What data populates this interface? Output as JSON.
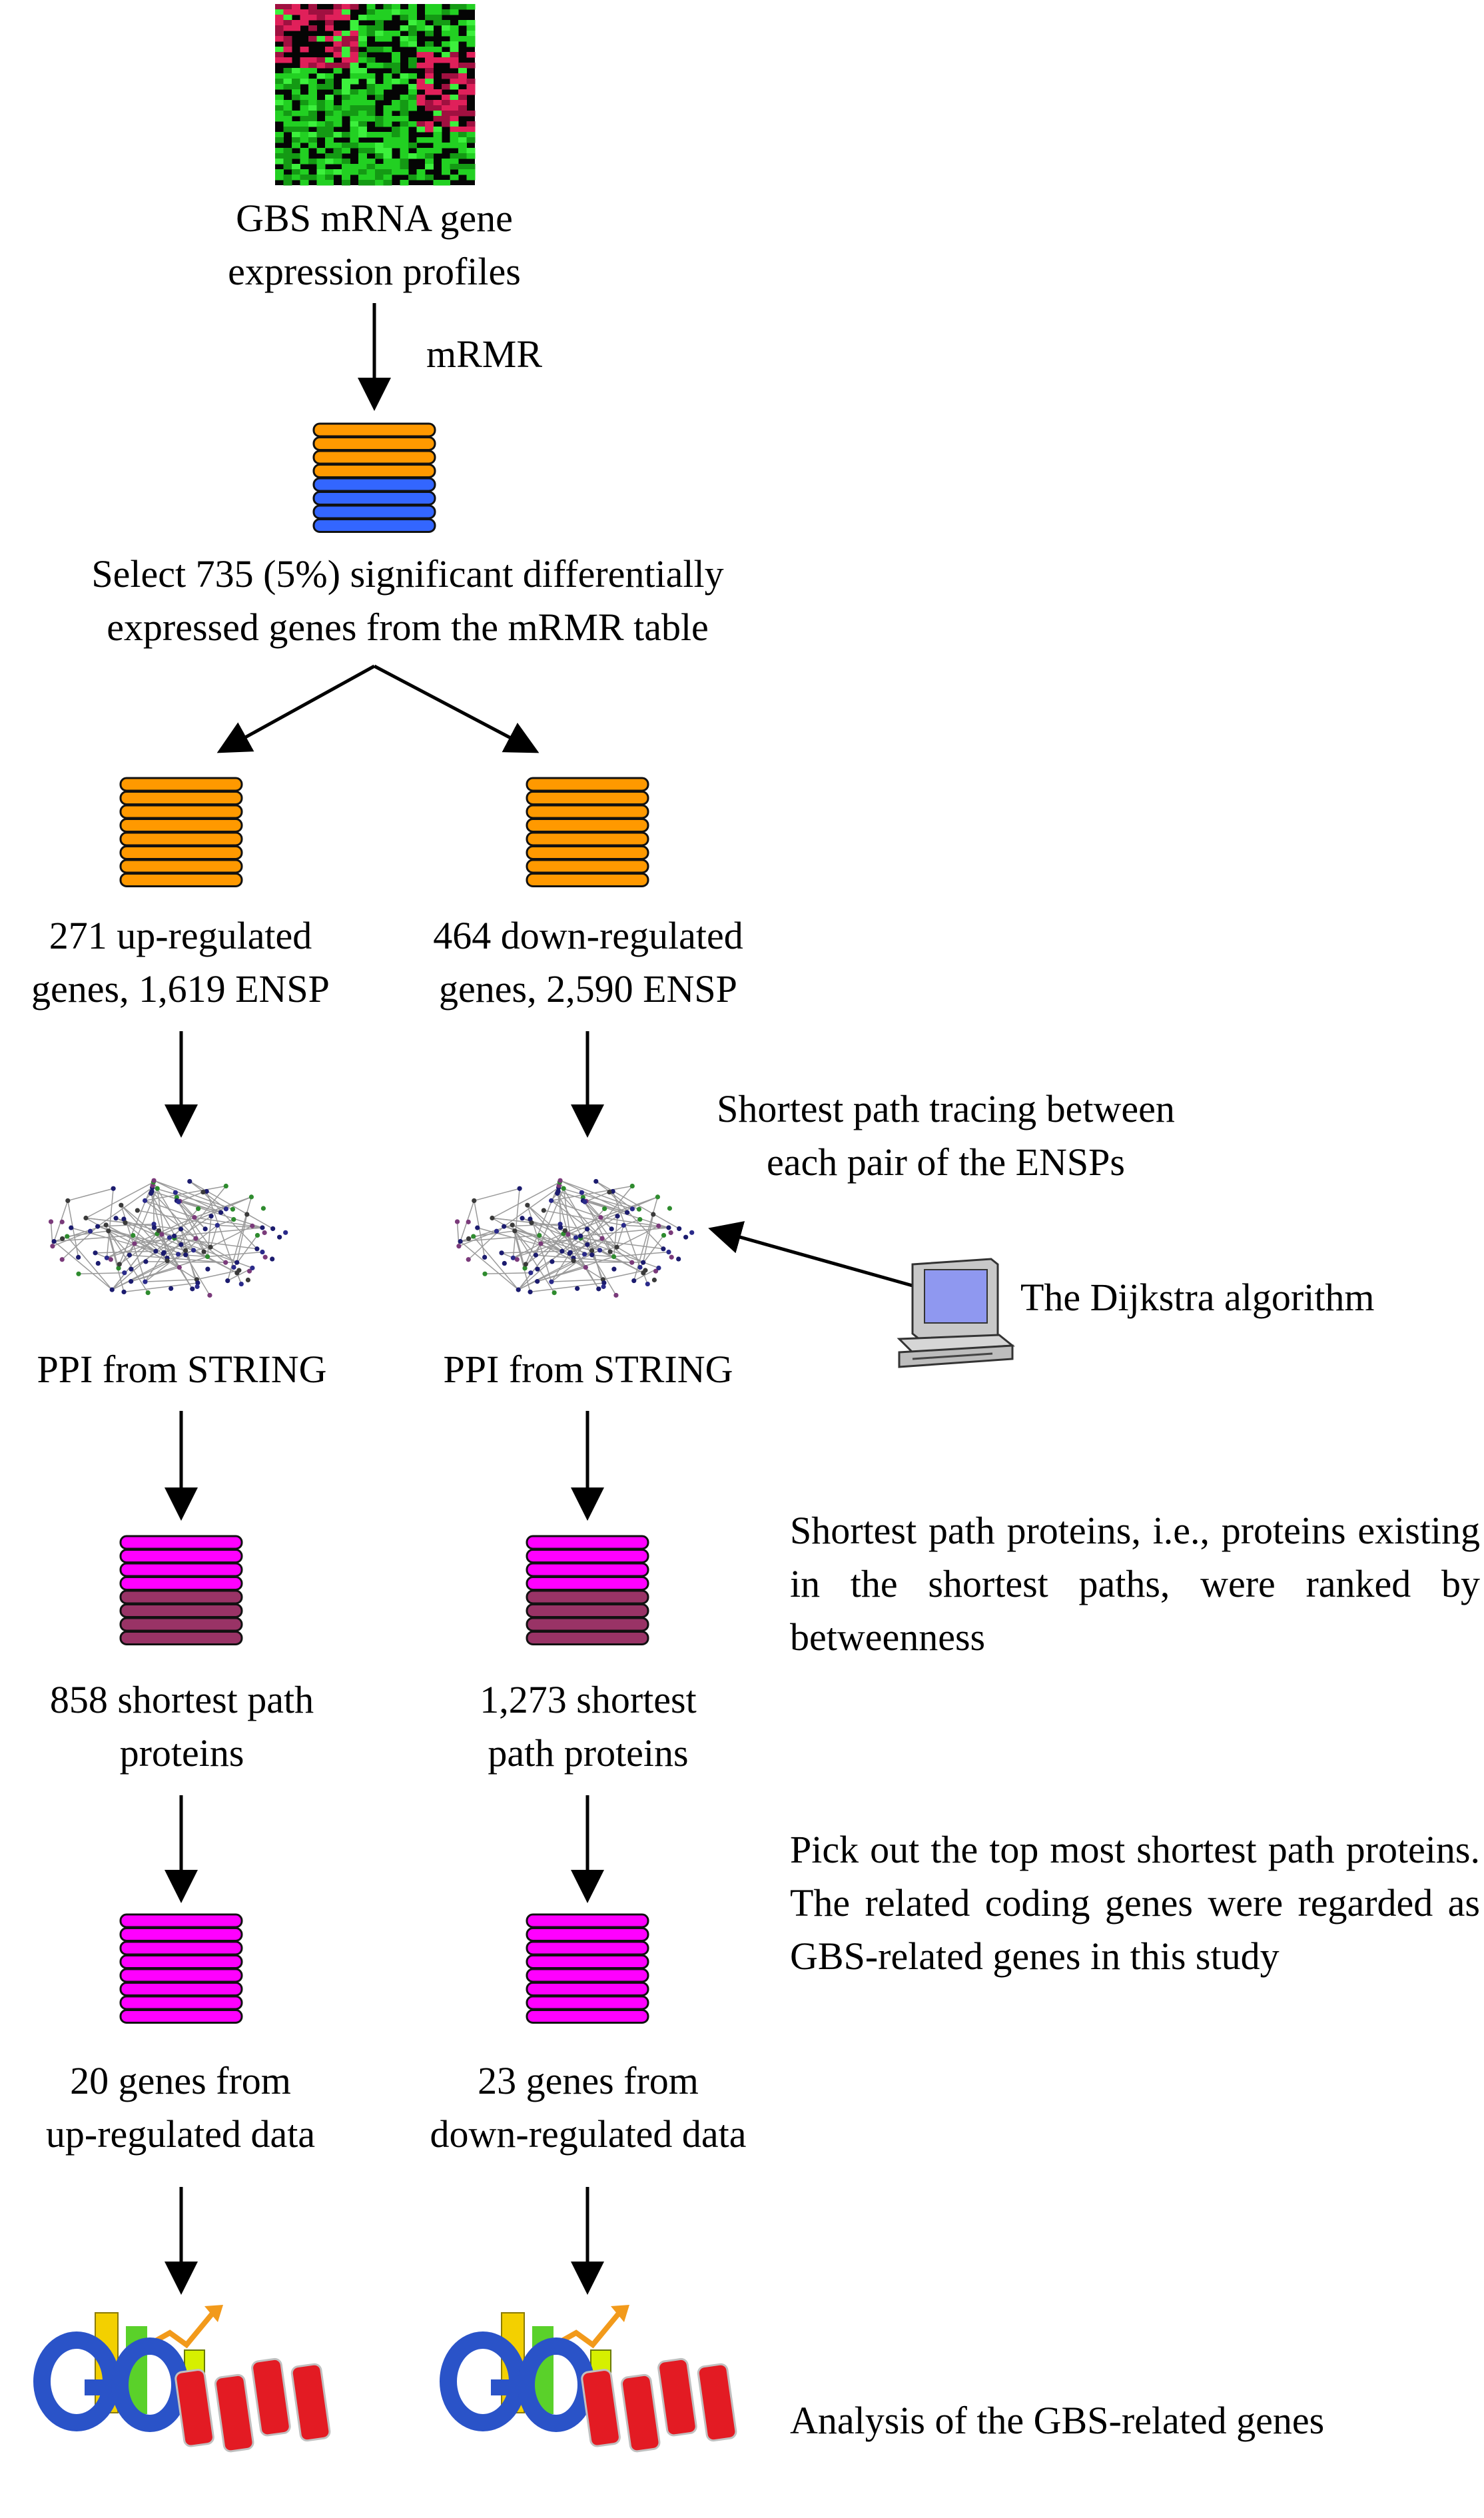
{
  "colors": {
    "orange": "#ff9900",
    "blue": "#3366ff",
    "magenta": "#ff00ff",
    "dark_magenta": "#993366",
    "arrow": "#000000"
  },
  "icons": {
    "heatmap": "gene-expression-heatmap-icon",
    "network": "ppi-network-icon",
    "computer": "computer-icon",
    "go_kegg": "go-kegg-logo-icon"
  },
  "top": {
    "profile_label": [
      "GBS mRNA gene",
      "expression profiles"
    ],
    "method_label": "mRMR",
    "select_label": [
      "Select 735 (5%) significant differentially",
      "expressed genes from the mRMR table"
    ]
  },
  "left": {
    "genes_label": [
      "271 up-regulated",
      "genes, 1,619 ENSP"
    ],
    "ppi_label": "PPI from STRING",
    "proteins_label": [
      "858 shortest path",
      "proteins"
    ],
    "top_genes_label": [
      "20 genes from",
      "up-regulated data"
    ]
  },
  "right": {
    "genes_label": [
      "464 down-regulated",
      "genes, 2,590 ENSP"
    ],
    "ppi_label": "PPI from STRING",
    "proteins_label": [
      "1,273 shortest",
      "path proteins"
    ],
    "top_genes_label": [
      "23 genes from",
      "down-regulated data"
    ]
  },
  "notes": {
    "shortest_path": [
      "Shortest path tracing between",
      "each pair of the ENSPs"
    ],
    "dijkstra": "The Dijkstra algorithm",
    "betweenness": "Shortest path proteins, i.e., proteins existing in the shortest paths, were ranked by betweenness",
    "pick_out": "Pick out the top most shortest path proteins. The related coding genes were regarded as GBS-related genes in this study",
    "analysis": "Analysis of the GBS-related genes"
  }
}
